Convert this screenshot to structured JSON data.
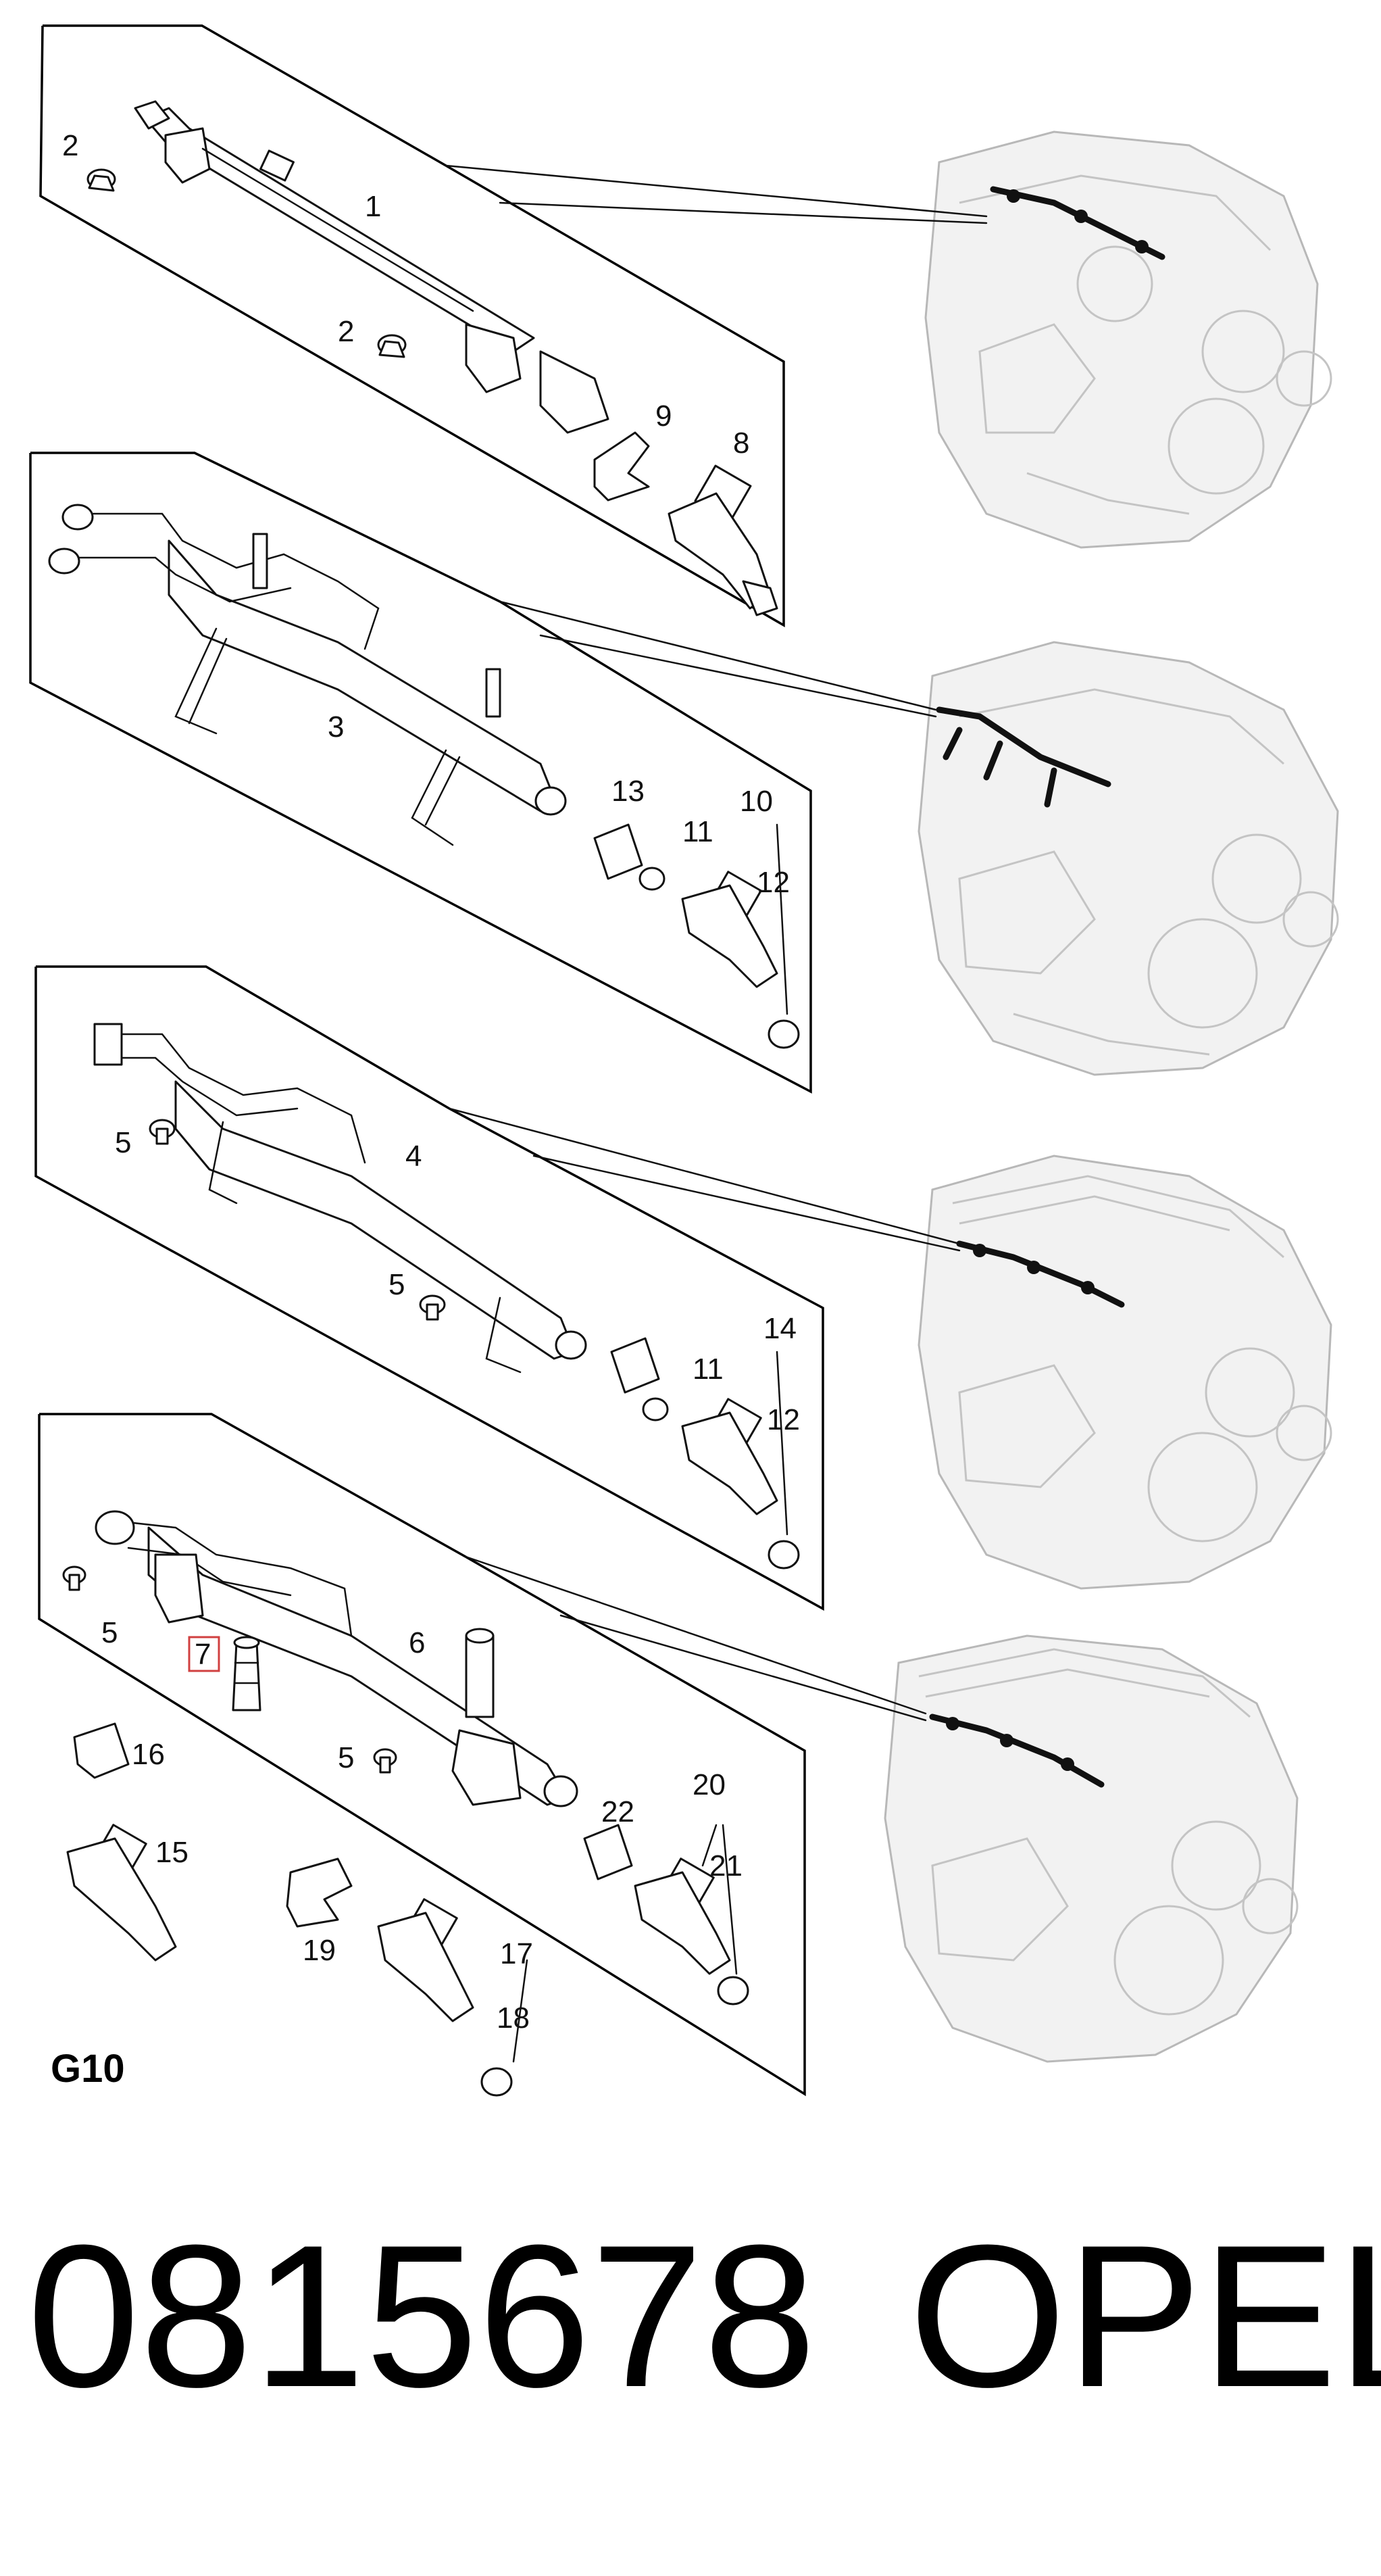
{
  "diagram": {
    "group_code": "G10",
    "part_number": "0815678",
    "brand": "OPEL",
    "highlighted_label": "7",
    "highlight_color": "#d04040",
    "panels": [
      {
        "labels": [
          "1",
          "2",
          "2",
          "9",
          "8"
        ]
      },
      {
        "labels": [
          "3",
          "13",
          "11",
          "10",
          "12"
        ]
      },
      {
        "labels": [
          "4",
          "5",
          "5",
          "14",
          "11",
          "12"
        ]
      },
      {
        "labels": [
          "6",
          "5",
          "5",
          "20",
          "22",
          "21"
        ]
      }
    ],
    "loose_parts_labels": [
      "16",
      "15",
      "19",
      "17",
      "18"
    ]
  }
}
